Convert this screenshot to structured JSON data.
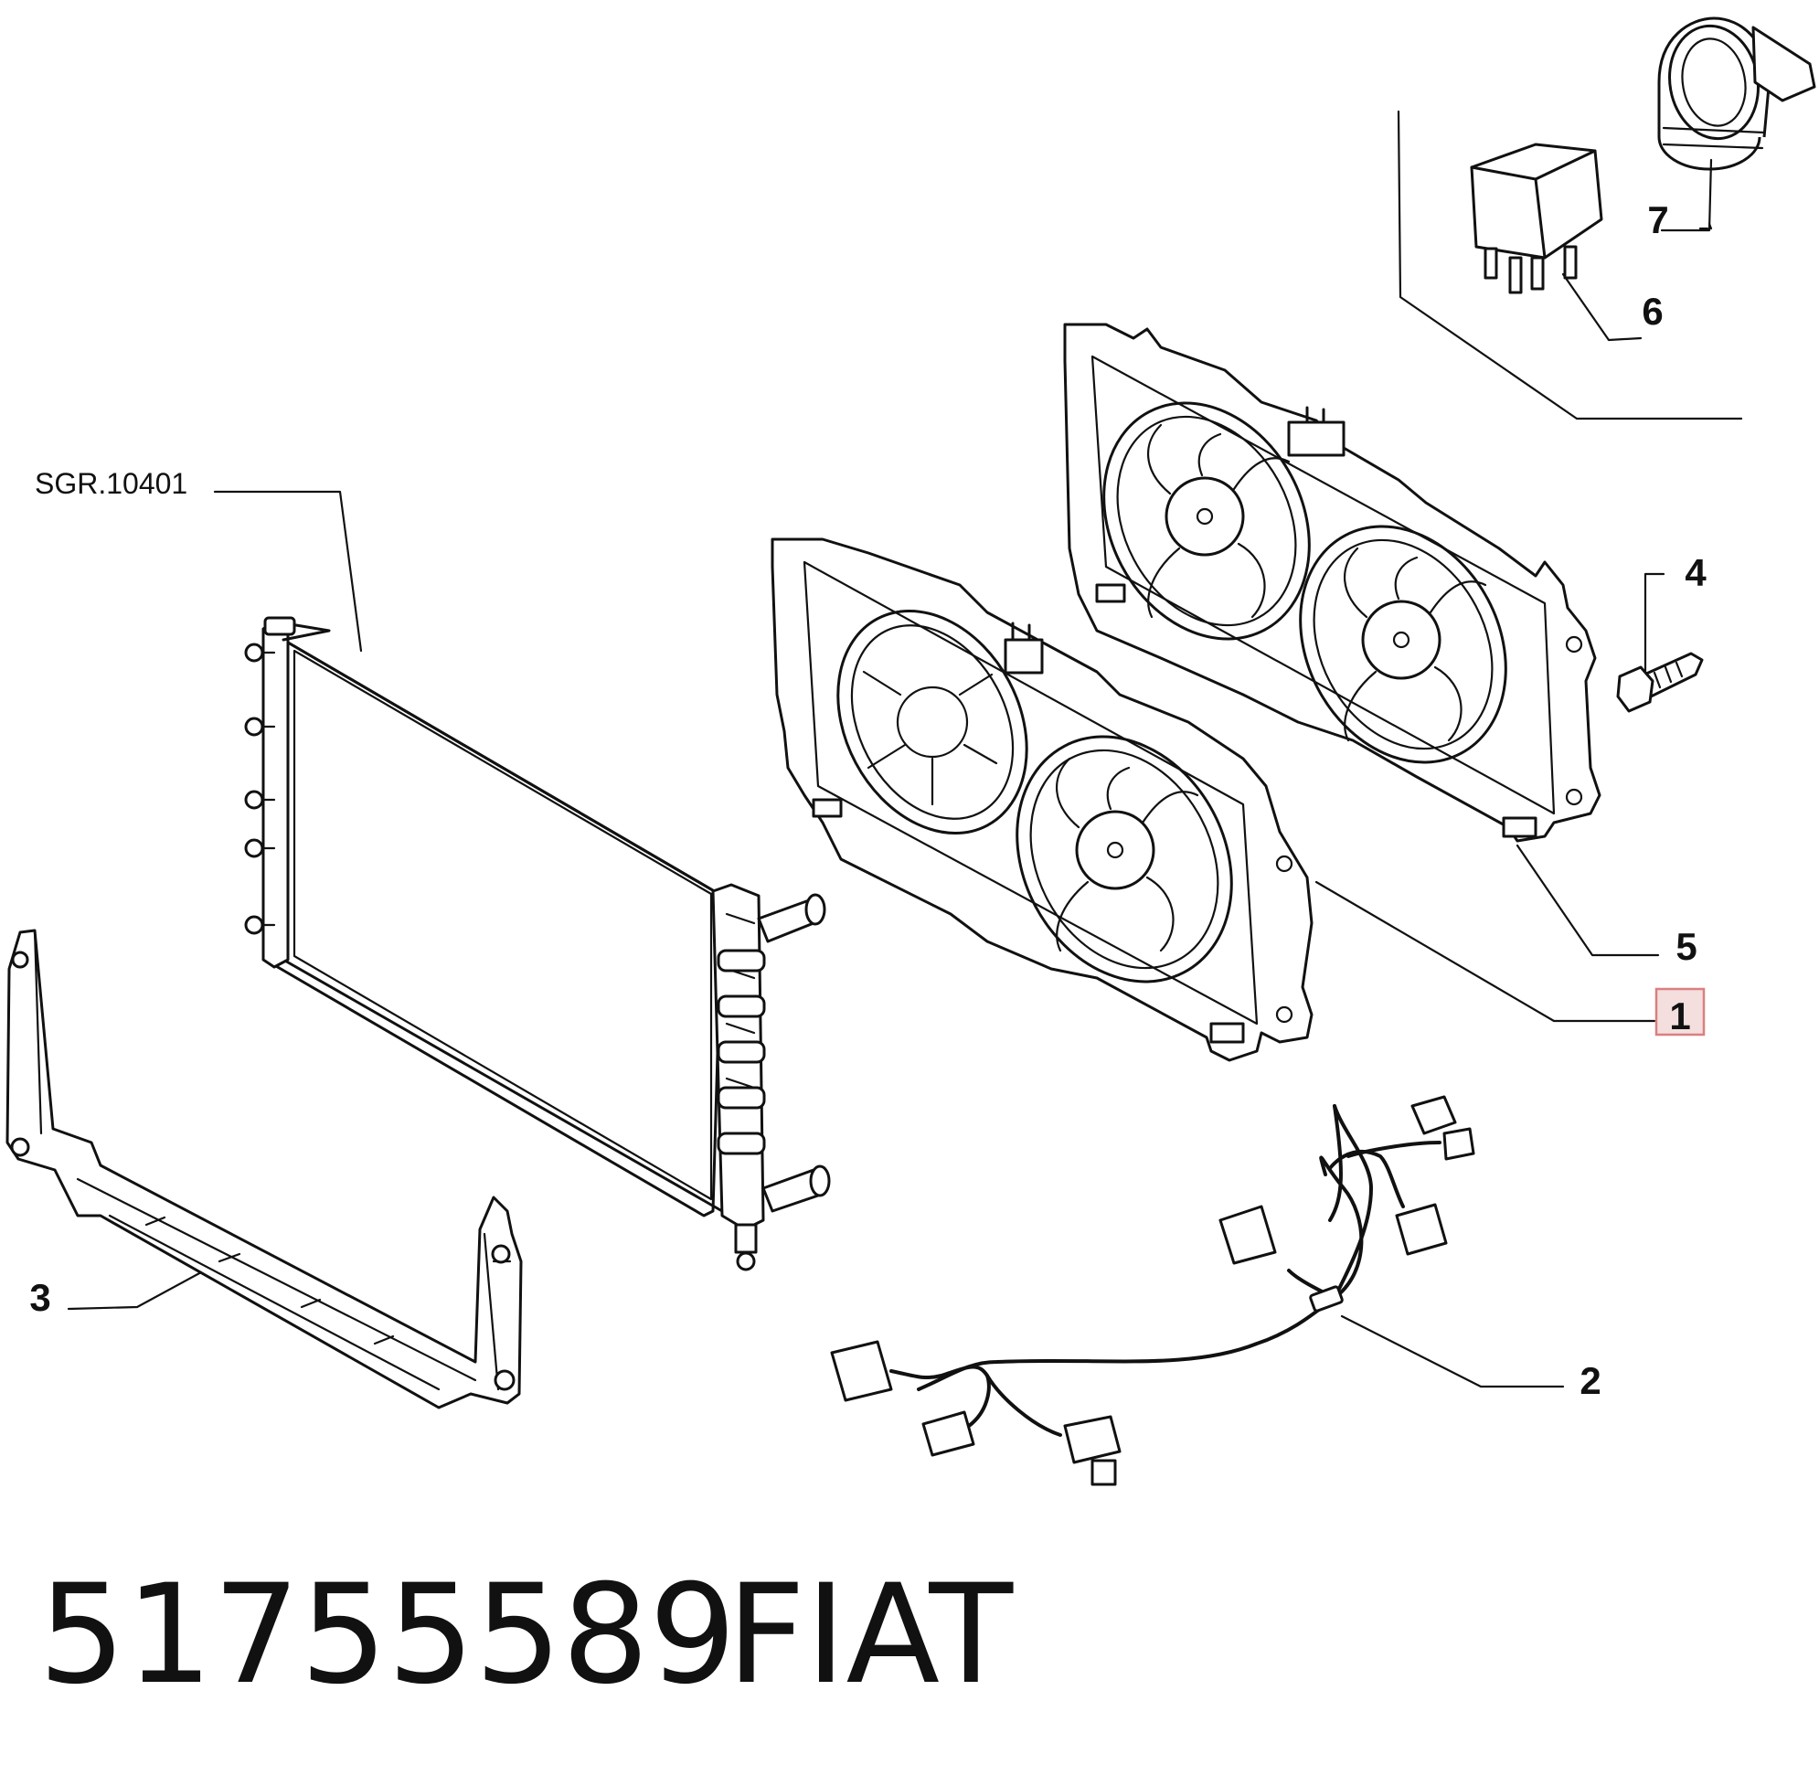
{
  "diagram": {
    "reference_code": "SGR.10401",
    "callouts": {
      "c1": "1",
      "c2": "2",
      "c3": "3",
      "c4": "4",
      "c5": "5",
      "c6": "6",
      "c7": "7"
    },
    "highlighted_callout": "1",
    "colors": {
      "line": "#111111",
      "background": "#ffffff",
      "highlight_fill": "#f4dede",
      "highlight_border": "#d98080"
    }
  },
  "footer": {
    "part_number": "51755589",
    "brand": "FIAT"
  }
}
